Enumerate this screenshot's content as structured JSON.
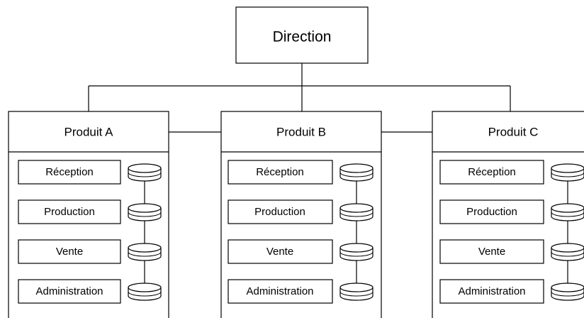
{
  "direction": {
    "label": "Direction"
  },
  "products": [
    {
      "title": "Produit A",
      "functions": [
        "Réception",
        "Production",
        "Vente",
        "Administration"
      ]
    },
    {
      "title": "Produit B",
      "functions": [
        "Réception",
        "Production",
        "Vente",
        "Administration"
      ]
    },
    {
      "title": "Produit C",
      "functions": [
        "Réception",
        "Production",
        "Vente",
        "Administration"
      ]
    }
  ],
  "icons": {
    "function_store": "database-icon"
  },
  "colors": {
    "stroke": "#000000",
    "fill": "#ffffff",
    "background": "#ffffff"
  }
}
